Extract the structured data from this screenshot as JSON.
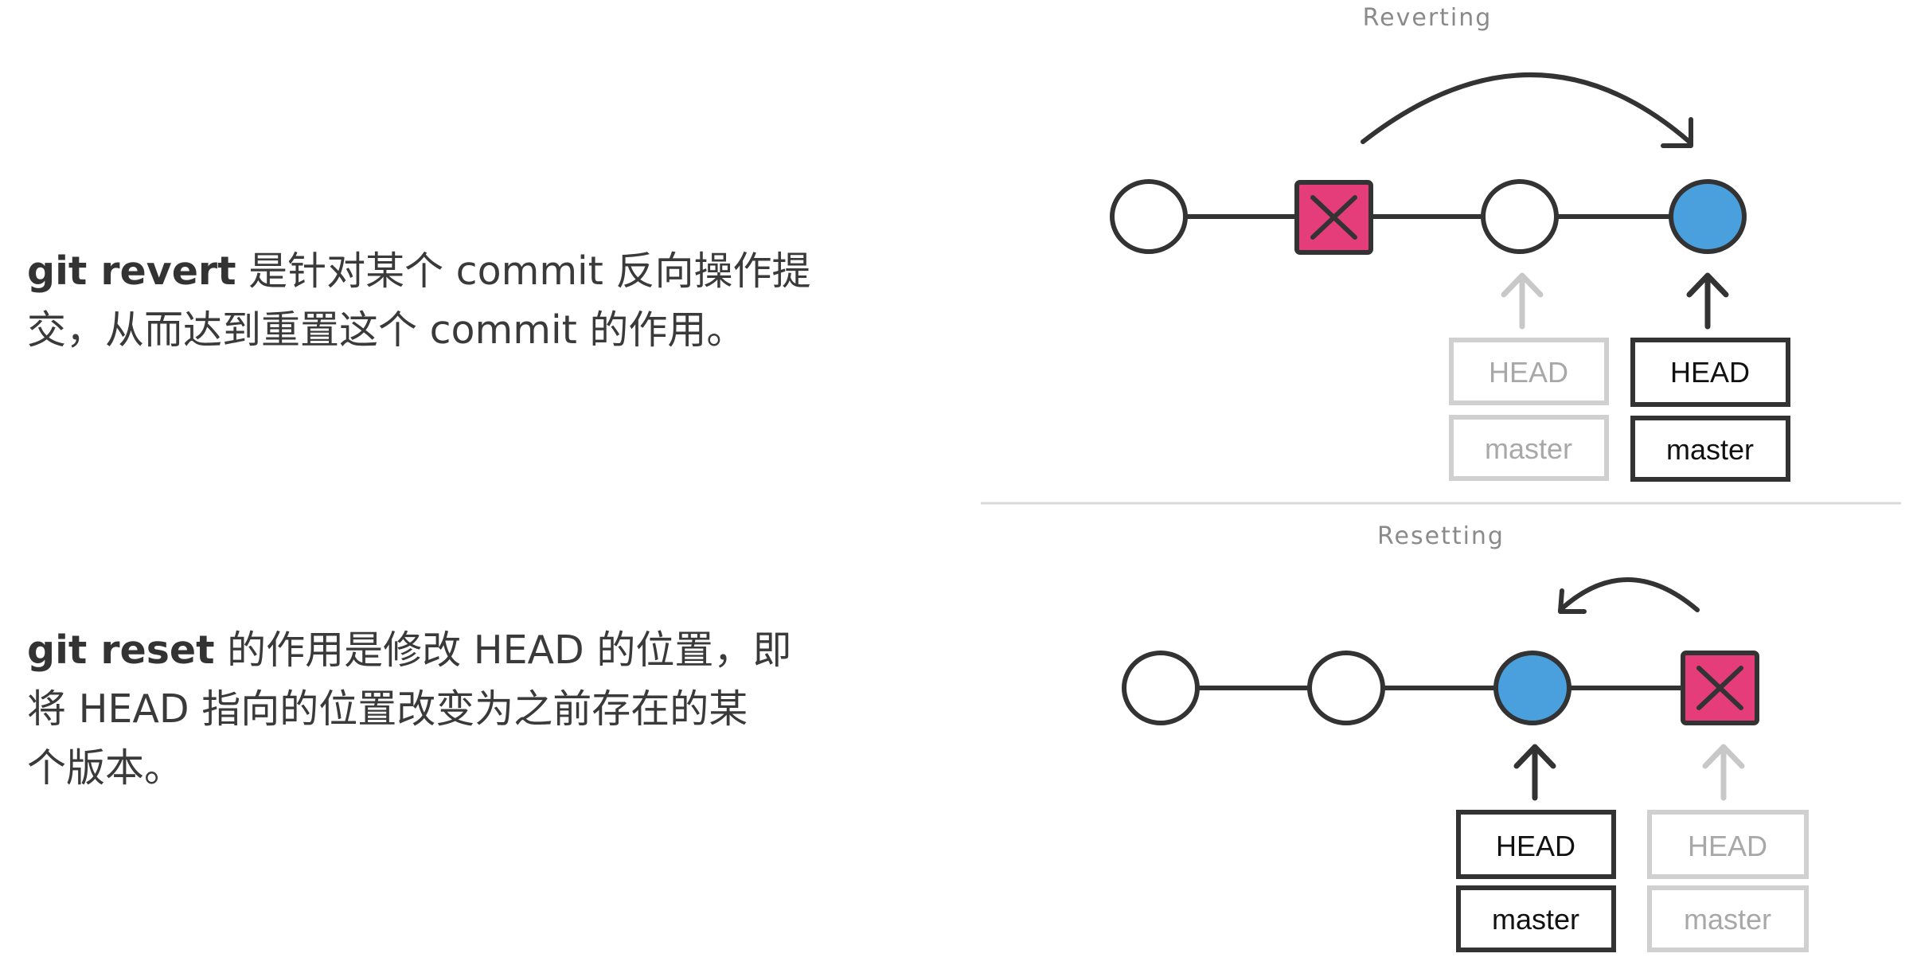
{
  "descriptions": {
    "revert": {
      "command": "git revert",
      "text_line1": " 是针对某个 commit 反向操作提",
      "text_line2": "交，从而达到重置这个 commit 的作用。"
    },
    "reset": {
      "command": "git reset",
      "text_line1": " 的作用是修改 HEAD 的位置，即",
      "text_line2": "将 HEAD 指向的位置改变为之前存在的某",
      "text_line3": "个版本。"
    }
  },
  "panels": {
    "reverting": {
      "title": "Reverting",
      "commits": [
        "empty",
        "reverted",
        "empty",
        "current"
      ],
      "old_refs": {
        "head": "HEAD",
        "branch": "master"
      },
      "new_refs": {
        "head": "HEAD",
        "branch": "master"
      }
    },
    "resetting": {
      "title": "Resetting",
      "commits": [
        "empty",
        "empty",
        "current",
        "discarded"
      ],
      "new_refs": {
        "head": "HEAD",
        "branch": "master"
      },
      "old_refs": {
        "head": "HEAD",
        "branch": "master"
      }
    }
  },
  "colors": {
    "current_commit": "#4a9fdd",
    "discarded_commit": "#e43d7a",
    "outline": "#333333",
    "faded": "#c8c8c8",
    "faded_text": "#a8a8a8",
    "divider": "#d9d9d9"
  }
}
